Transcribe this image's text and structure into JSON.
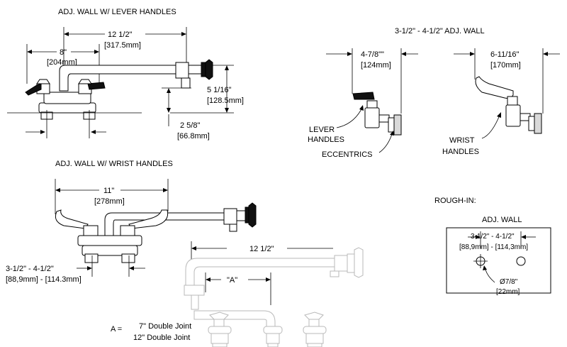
{
  "top_left": {
    "title": "ADJ. WALL W/ LEVER HANDLES",
    "dim_spout": "12 1/2\"",
    "dim_spout_mm": "[317.5mm]",
    "dim_centers": "8\"",
    "dim_centers_mm": "[204mm]",
    "dim_height": "5 1/16\"",
    "dim_height_mm": "[128.5mm]",
    "dim_drop": "2 5/8\"",
    "dim_drop_mm": "[66.8mm]"
  },
  "top_right": {
    "title": "3-1/2\" - 4-1/2\"  ADJ. WALL",
    "dim_lever": "4-7/8\"\"",
    "dim_lever_mm": "[124mm]",
    "dim_wrist": "6-11/16\"",
    "dim_wrist_mm": "[170mm]",
    "label_lever_1": "LEVER",
    "label_lever_2": "HANDLES",
    "label_eccentrics": "ECCENTRICS",
    "label_wrist_1": "WRIST",
    "label_wrist_2": "HANDLES"
  },
  "middle_left": {
    "title": "ADJ. WALL W/ WRIST HANDLES",
    "dim_spout": "11\"",
    "dim_spout_mm": "[278mm]",
    "dim_centers": "3-1/2\" - 4-1/2\"",
    "dim_centers_mm": "[88,9mm] - [114.3mm]"
  },
  "bottom": {
    "dim_spout": "12 1/2\"",
    "dim_a": "\"A\"",
    "legend_a": "A =",
    "legend_line_1": "7\" Double Joint",
    "legend_line_2": "12\" Double Joint"
  },
  "rough_in": {
    "title": "ROUGH-IN:",
    "subtitle": "ADJ. WALL",
    "dim": "3-1/2\" - 4-1/2\"",
    "dim_mm": "[88,9mm] - [114,3mm]",
    "hole": "Ø7/8\"",
    "hole_mm": "[22mm]"
  }
}
